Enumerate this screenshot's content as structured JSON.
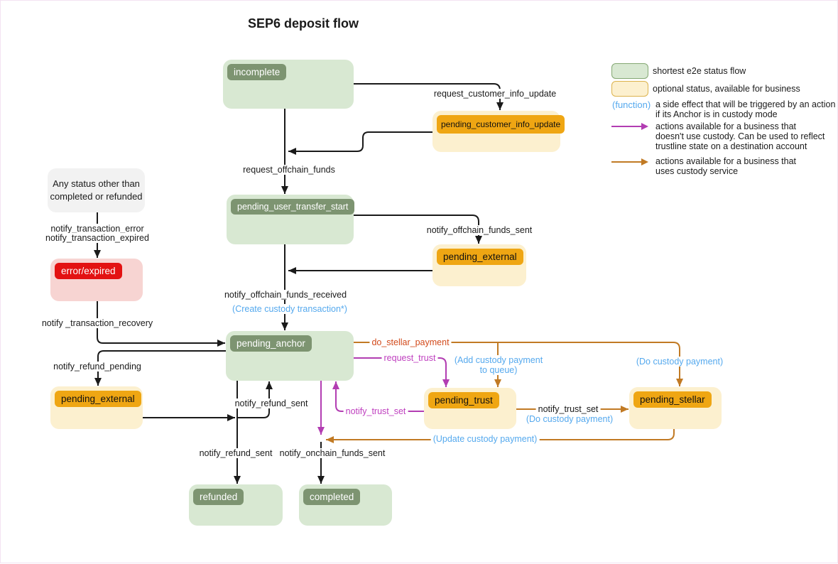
{
  "title": "SEP6 deposit flow",
  "nodes": {
    "any_status": {
      "line1": "Any status other than",
      "line2": "completed or refunded"
    },
    "incomplete": {
      "label": "incomplete"
    },
    "pending_customer_info_update": {
      "label": "pending_customer_info_update"
    },
    "pending_user_transfer_start": {
      "label": "pending_user_transfer_start"
    },
    "pending_external_right": {
      "label": "pending_external"
    },
    "error_expired": {
      "label": "error/expired"
    },
    "pending_anchor": {
      "label": "pending_anchor"
    },
    "pending_external_left": {
      "label": "pending_external"
    },
    "pending_trust": {
      "label": "pending_trust"
    },
    "pending_stellar": {
      "label": "pending_stellar"
    },
    "refunded": {
      "label": "refunded"
    },
    "completed": {
      "label": "completed"
    }
  },
  "edge_labels": {
    "request_customer_info_update": "request_customer_info_update",
    "request_offchain_funds": "request_offchain_funds",
    "notify_offchain_funds_sent": "notify_offchain_funds_sent",
    "notify_offchain_funds_received": "notify_offchain_funds_received",
    "create_custody_transaction": "(Create custody transaction*)",
    "notify_transaction_error": "notify_transaction_error",
    "notify_transaction_expired": "notify_transaction_expired",
    "notify_transaction_recovery": "notify _transaction_recovery",
    "notify_refund_pending": "notify_refund_pending",
    "notify_refund_sent_to_anchor": "notify_refund_sent",
    "notify_refund_sent_to_refunded": "notify_refund_sent",
    "notify_onchain_funds_sent": "notify_onchain_funds_sent",
    "do_stellar_payment": "do_stellar_payment",
    "request_trust": "request_trust",
    "notify_trust_set_return": "notify_trust_set",
    "notify_trust_set_forward": "notify_trust_set",
    "add_custody_payment_line1": "(Add custody payment",
    "add_custody_payment_line2": "to queue)",
    "do_custody_payment_stellar": "(Do custody payment)",
    "do_custody_payment_trust": "(Do custody payment)",
    "update_custody_payment": "(Update custody payment)"
  },
  "legend": {
    "green_swatch_label": "shortest e2e status flow",
    "yellow_swatch_label": "optional status, available for business",
    "function_token": "(function)",
    "function_desc_line1": "a side effect that will be triggered by an action",
    "function_desc_line2": "if its Anchor is in custody mode",
    "magenta_arrow_desc_line1": "actions available for a business that",
    "magenta_arrow_desc_line2": "doesn't use custody. Can be used to reflect",
    "magenta_arrow_desc_line3": "trustline state on a destination account",
    "orange_arrow_desc_line1": "actions available for a business that",
    "orange_arrow_desc_line2": "uses custody service"
  },
  "colors": {
    "status_green_fill": "#d8e8d2",
    "status_green_label": "#7d9471",
    "optional_yellow_fill": "#fcf0cf",
    "optional_yellow_label": "#efa613",
    "error_pink_fill": "#f7d4d2",
    "error_red_label": "#e31212",
    "neutral_gray_fill": "#f2f2f2",
    "edge_black": "#1a1a1a",
    "custody_orange": "#c17a24",
    "noncustody_magenta": "#b23db2",
    "side_effect_blue": "#55a9ee",
    "do_stellar_payment_text": "#d2491a"
  }
}
